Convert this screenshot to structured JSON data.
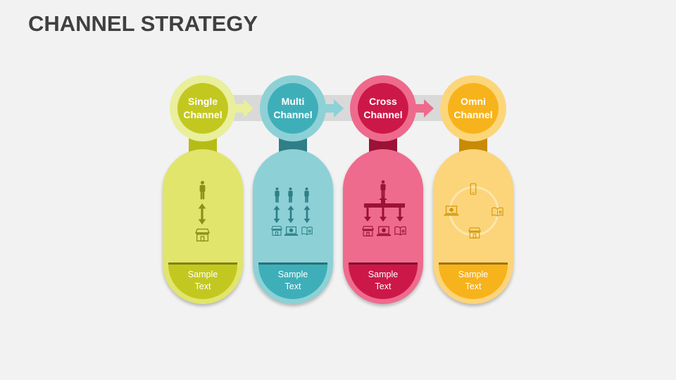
{
  "title": "CHANNEL STRATEGY",
  "stages": [
    {
      "line1": "Single",
      "line2": "Channel",
      "label1": "Sample",
      "label2": "Text",
      "colors": {
        "ring": "#e9ef9c",
        "inner": "#c3c820",
        "pill": "#e1e56b",
        "stem": "#b6bc16",
        "icon": "#8b9019",
        "arrow": "#e9ef9c"
      }
    },
    {
      "line1": "Multi",
      "line2": "Channel",
      "label1": "Sample",
      "label2": "Text",
      "colors": {
        "ring": "#8dd1d6",
        "inner": "#3eafb9",
        "pill": "#8dd1d6",
        "stem": "#2e7f87",
        "icon": "#2e7f87",
        "arrow": "#8dd1d6"
      }
    },
    {
      "line1": "Cross",
      "line2": "Channel",
      "label1": "Sample",
      "label2": "Text",
      "colors": {
        "ring": "#ee6a8c",
        "inner": "#cc1848",
        "pill": "#ee6b8e",
        "stem": "#9c1237",
        "icon": "#9c1237",
        "arrow": "#ee6a8c"
      }
    },
    {
      "line1": "Omni",
      "line2": "Channel",
      "label1": "Sample",
      "label2": "Text",
      "colors": {
        "ring": "#fcd67a",
        "inner": "#f7b31b",
        "pill": "#fcd47a",
        "stem": "#c98a05",
        "icon": "#d39b12",
        "arrow": "#fcd67a"
      }
    }
  ]
}
